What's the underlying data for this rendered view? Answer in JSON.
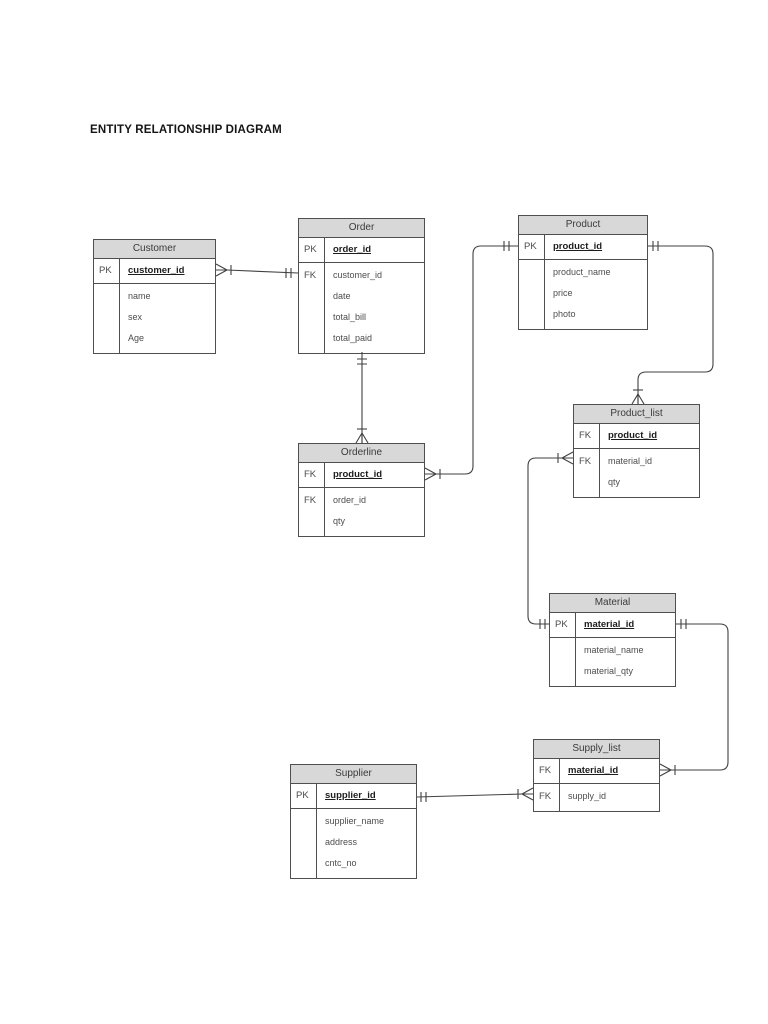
{
  "title": "ENTITY RELATIONSHIP DIAGRAM",
  "colors": {
    "entity_header_fill": "#d8d8d8",
    "entity_border": "#4f4f4f",
    "relationship_line": "#414141"
  },
  "entities": [
    {
      "id": "customer",
      "name": "Customer",
      "key": {
        "label": "PK",
        "field": "customer_id"
      },
      "rows": [
        {
          "label": "",
          "field": "name"
        },
        {
          "label": "",
          "field": "sex"
        },
        {
          "label": "",
          "field": "Age"
        }
      ]
    },
    {
      "id": "order",
      "name": "Order",
      "key": {
        "label": "PK",
        "field": "order_id"
      },
      "rows": [
        {
          "label": "FK",
          "field": "customer_id"
        },
        {
          "label": "",
          "field": "date"
        },
        {
          "label": "",
          "field": "total_bill"
        },
        {
          "label": "",
          "field": "total_paid"
        }
      ]
    },
    {
      "id": "product",
      "name": "Product",
      "key": {
        "label": "PK",
        "field": "product_id"
      },
      "rows": [
        {
          "label": "",
          "field": "product_name"
        },
        {
          "label": "",
          "field": "price"
        },
        {
          "label": "",
          "field": "photo"
        }
      ]
    },
    {
      "id": "product_list",
      "name": "Product_list",
      "key": {
        "label": "FK",
        "field": "product_id"
      },
      "rows": [
        {
          "label": "FK",
          "field": "material_id"
        },
        {
          "label": "",
          "field": "qty"
        }
      ]
    },
    {
      "id": "orderline",
      "name": "Orderline",
      "key": {
        "label": "FK",
        "field": "product_id"
      },
      "rows": [
        {
          "label": "FK",
          "field": "order_id"
        },
        {
          "label": "",
          "field": "qty"
        }
      ]
    },
    {
      "id": "material",
      "name": "Material",
      "key": {
        "label": "PK",
        "field": "material_id"
      },
      "rows": [
        {
          "label": "",
          "field": "material_name"
        },
        {
          "label": "",
          "field": "material_qty"
        }
      ]
    },
    {
      "id": "supply_list",
      "name": "Supply_list",
      "key": {
        "label": "FK",
        "field": "material_id"
      },
      "rows": [
        {
          "label": "FK",
          "field": "supply_id"
        }
      ]
    },
    {
      "id": "supplier",
      "name": "Supplier",
      "key": {
        "label": "PK",
        "field": "supplier_id"
      },
      "rows": [
        {
          "label": "",
          "field": "supplier_name"
        },
        {
          "label": "",
          "field": "address"
        },
        {
          "label": "",
          "field": "cntc_no"
        }
      ]
    }
  ],
  "relationships": [
    {
      "from": "Customer.customer_id",
      "to": "Order.customer_id",
      "from_symbol": "one-or-many",
      "to_symbol": "one-and-only-one"
    },
    {
      "from": "Order",
      "to": "Orderline",
      "from_symbol": "one-and-only-one",
      "to_symbol": "one-or-many"
    },
    {
      "from": "Orderline.product_id",
      "to": "Product.product_id",
      "from_symbol": "one-or-many",
      "to_symbol": "one-and-only-one"
    },
    {
      "from": "Product.product_id",
      "to": "Product_list.product_id",
      "from_symbol": "one-and-only-one",
      "to_symbol": "one-or-many"
    },
    {
      "from": "Product_list.material_id",
      "to": "Material.material_id",
      "from_symbol": "one-or-many",
      "to_symbol": "one-and-only-one"
    },
    {
      "from": "Material.material_id",
      "to": "Supply_list.material_id",
      "from_symbol": "one-and-only-one",
      "to_symbol": "one-or-many"
    },
    {
      "from": "Supplier.supplier_id",
      "to": "Supply_list.supply_id",
      "from_symbol": "one-and-only-one",
      "to_symbol": "one-or-many"
    }
  ]
}
